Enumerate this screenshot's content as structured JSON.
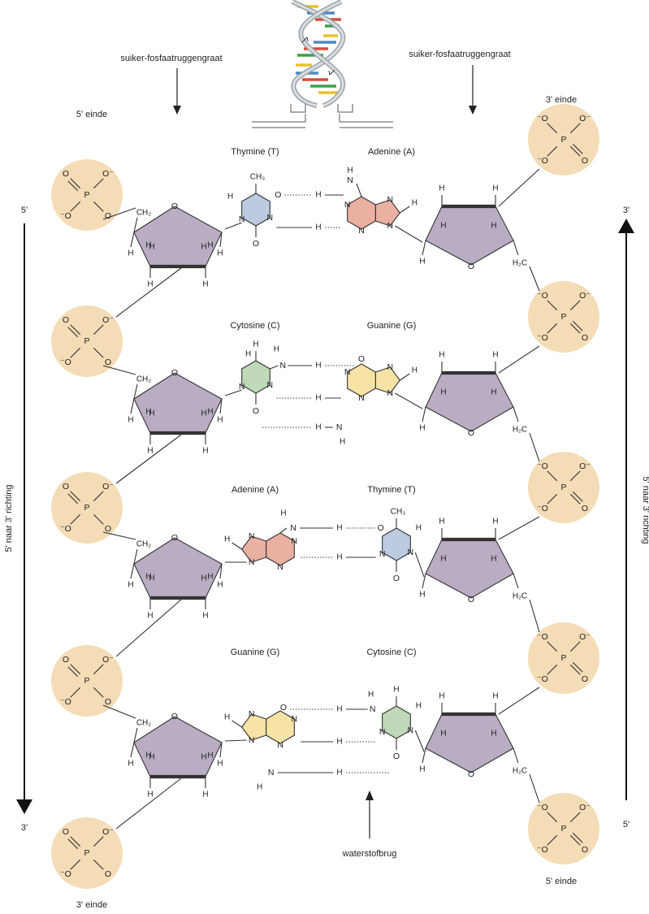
{
  "colors": {
    "phosphate": "#f4dcb6",
    "sugar": "#b8adc2",
    "thymine": "#bccbe0",
    "adenine": "#eab0a2",
    "cytosine": "#bfd8b8",
    "guanine": "#f8e3a6"
  },
  "labels": {
    "backbone_left": "suiker-fosfaatruggengraat",
    "backbone_right": "suiker-fosfaatruggengraat",
    "end5_top_left": "5' einde",
    "end3_top_right": "3' einde",
    "end3_bottom_left": "3' einde",
    "end5_bottom_right": "5' einde",
    "left_top_5": "5'",
    "left_bottom_3": "3'",
    "right_top_3": "3'",
    "right_bottom_5": "5'",
    "direction_left": "5' naar 3' richting",
    "direction_right": "5' naar 3' richting",
    "hydrogen_bond": "waterstofbrug"
  },
  "pairs": [
    {
      "left": "Thymine (T)",
      "right": "Adenine (A)"
    },
    {
      "left": "Cytosine (C)",
      "right": "Guanine (G)"
    },
    {
      "left": "Adenine (A)",
      "right": "Thymine (T)"
    },
    {
      "left": "Guanine (G)",
      "right": "Cytosine (C)"
    }
  ],
  "atoms": {
    "P": "P",
    "O": "O",
    "O_minus": "⁻O",
    "Om_post": "O⁻",
    "CH2": "CH₂",
    "H2C": "H₂C",
    "CH3": "CH₃",
    "N": "N",
    "H": "H"
  }
}
